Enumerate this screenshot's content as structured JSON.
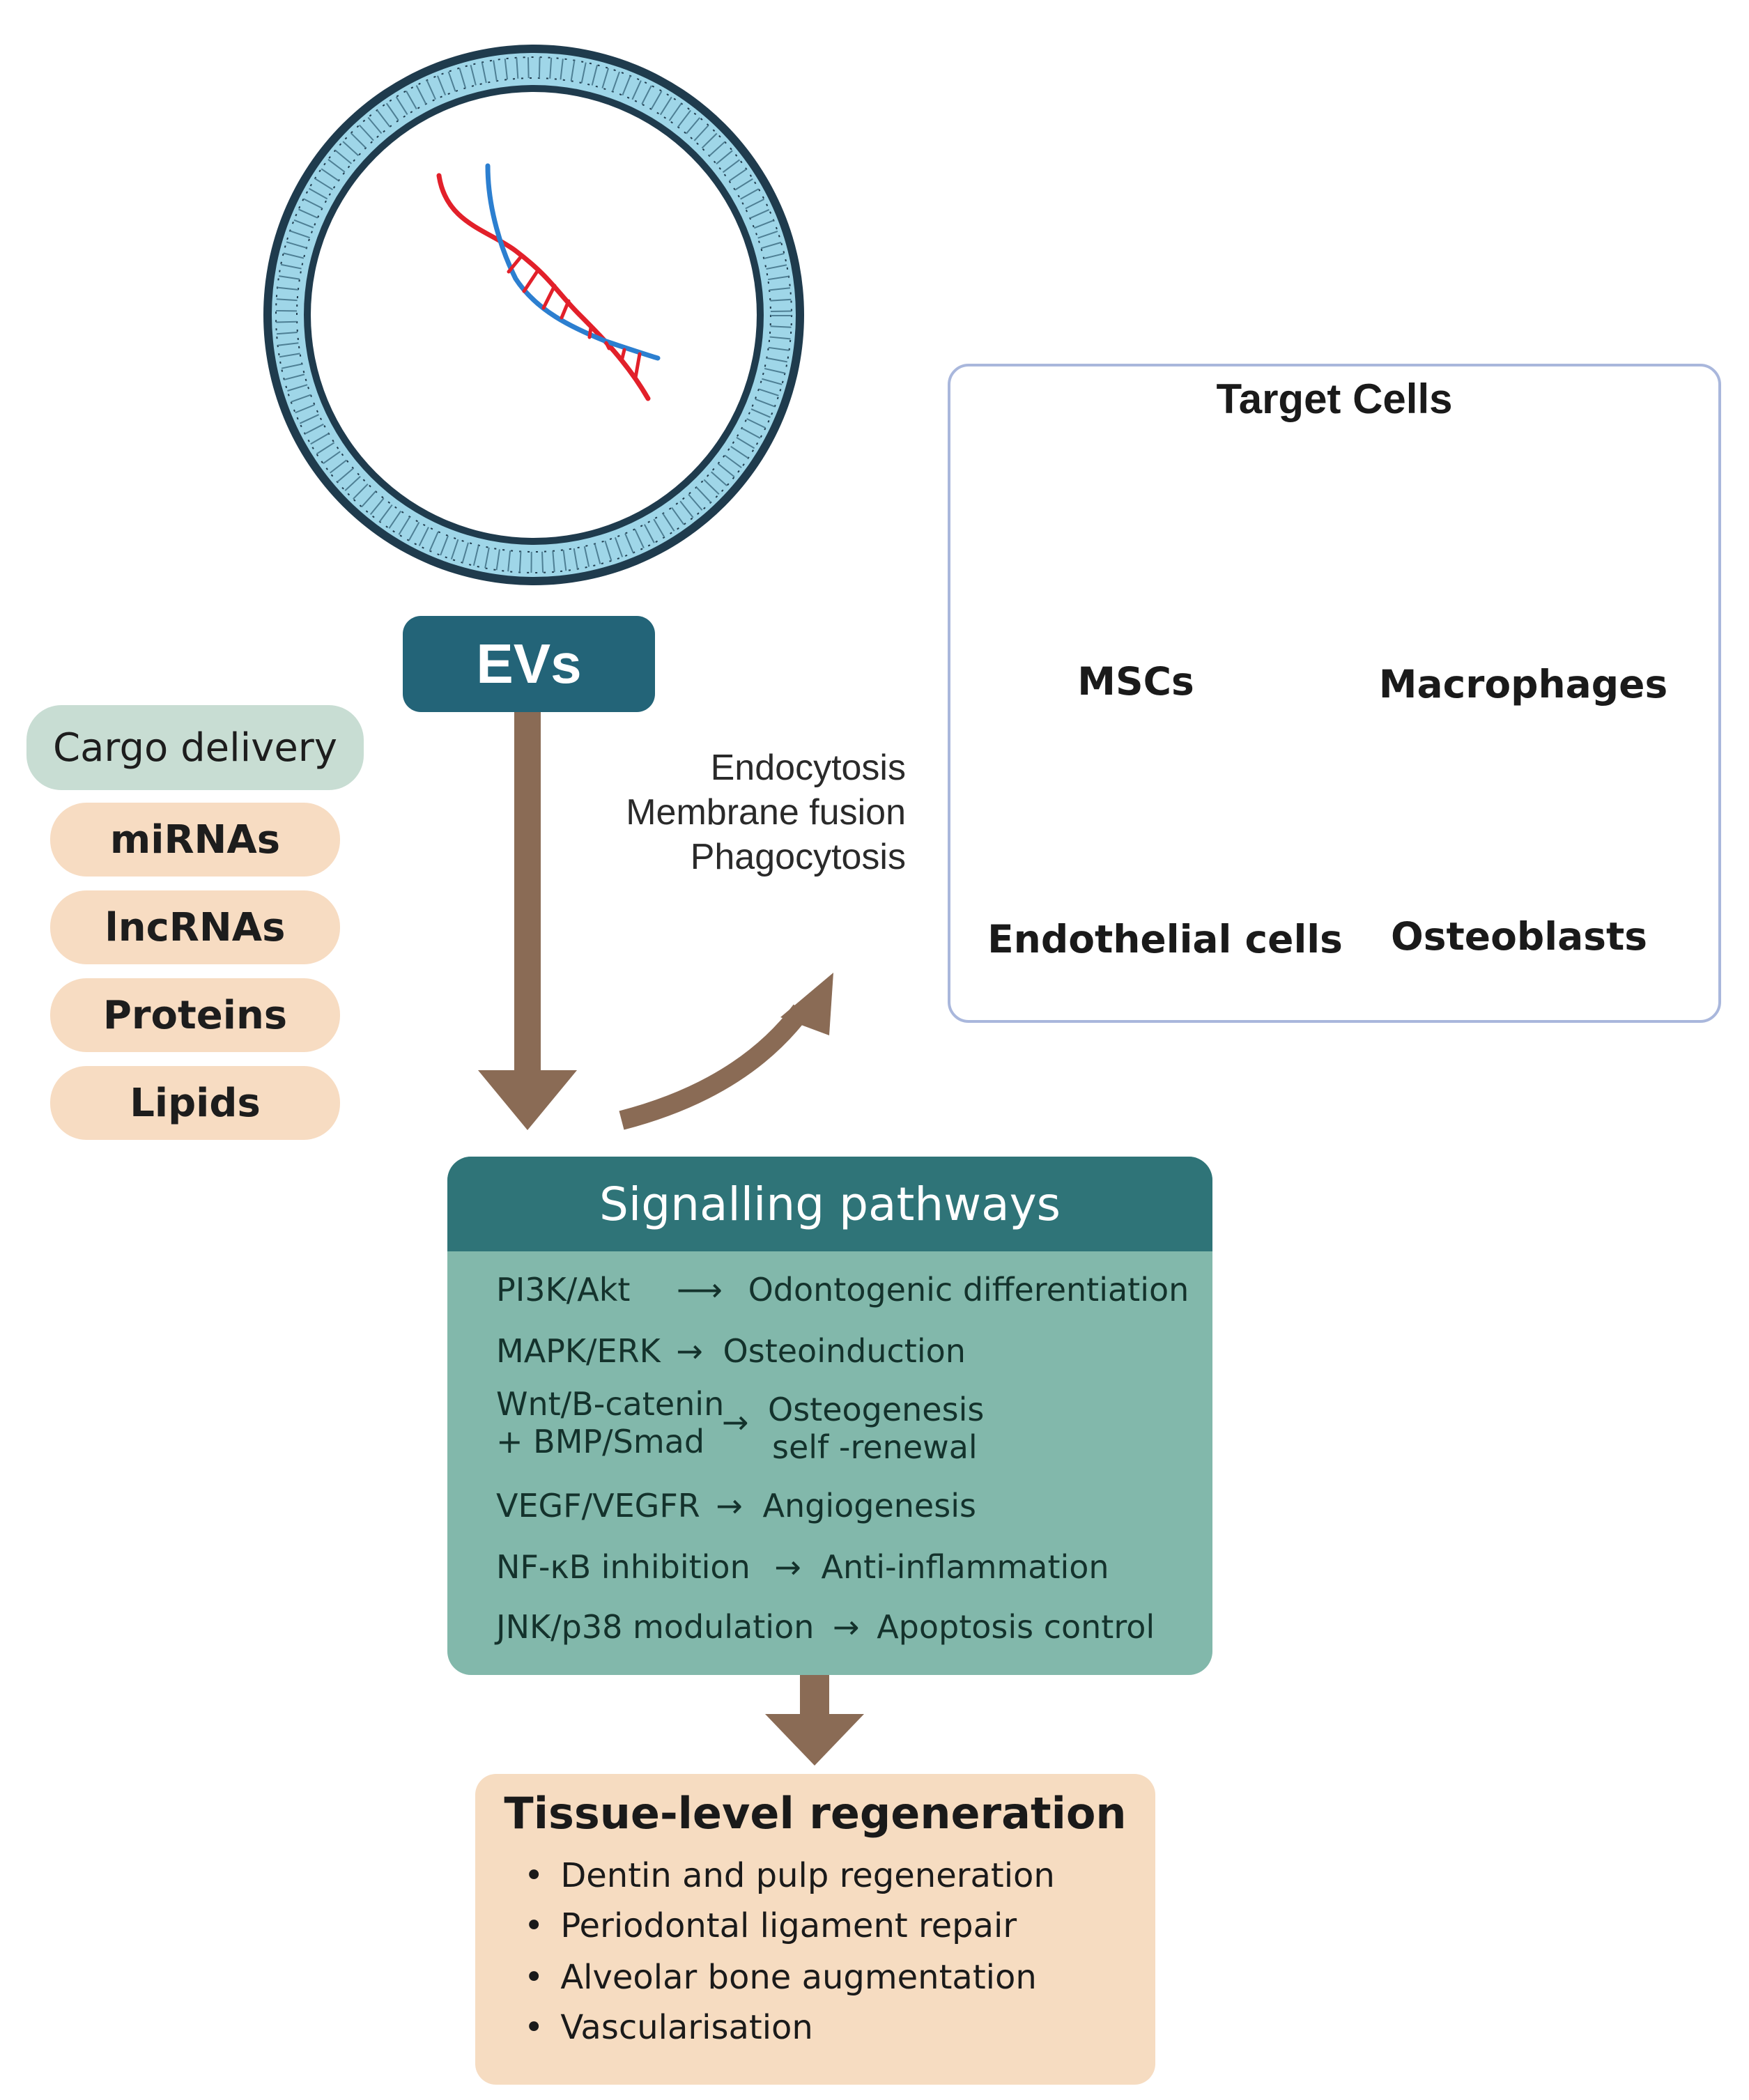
{
  "vesicle": {
    "label": "EVs"
  },
  "cargo": {
    "title": "Cargo delivery",
    "items": [
      "miRNAs",
      "lncRNAs",
      "Proteins",
      "Lipids"
    ]
  },
  "uptake": {
    "mechanisms": [
      "Endocytosis",
      "Membrane fusion",
      "Phagocytosis"
    ]
  },
  "targets": {
    "title": "Target Cells",
    "cells": [
      "MSCs",
      "Macrophages",
      "Endothelial cells",
      "Osteoblasts"
    ]
  },
  "signalling": {
    "title": "Signalling pathways",
    "rows": [
      {
        "pathway": "PI3K/Akt",
        "arrow": "⟶",
        "outcome": "Odontogenic differentiation"
      },
      {
        "pathway": "MAPK/ERK",
        "arrow": "→",
        "outcome": "Osteoinduction"
      },
      {
        "pathway": "Wnt/B-catenin",
        "pathway2": "+ BMP/Smad",
        "arrow": "→",
        "outcome": "Osteogenesis",
        "outcome2": "self -renewal"
      },
      {
        "pathway": "VEGF/VEGFR",
        "arrow": "→",
        "outcome": "Angiogenesis"
      },
      {
        "pathway": "NF-κB inhibition",
        "arrow": "→",
        "outcome": "Anti-inflammation"
      },
      {
        "pathway": "JNK/p38 modulation",
        "arrow": "→",
        "outcome": "Apoptosis control"
      }
    ]
  },
  "tissue": {
    "title": "Tissue-level regeneration",
    "bullet": "•",
    "items": [
      "Dentin and pulp regeneration",
      "Periodontal ligament repair",
      "Alveolar bone augmentation",
      "Vascularisation"
    ]
  },
  "colors": {
    "membrane": "#9fd6e8",
    "membrane_edge": "#1f3b4d",
    "dna_red": "#e2202a",
    "dna_blue": "#2c7fd0",
    "flow_arrow": "#8a6b55",
    "ev_label": "#236478",
    "signalling_head": "#2f7478",
    "signalling_body": "#82b8ab",
    "tissue_box": "#f6dcc1",
    "cargo_title": "#c8ddd3",
    "cargo_item": "#f7dcc2",
    "target_border": "#a9b7dc"
  },
  "icons": [
    "dna-icon",
    "msc-cell-icon",
    "macrophage-cell-icon",
    "endothelial-cell-icon",
    "osteoblast-cell-icon"
  ]
}
